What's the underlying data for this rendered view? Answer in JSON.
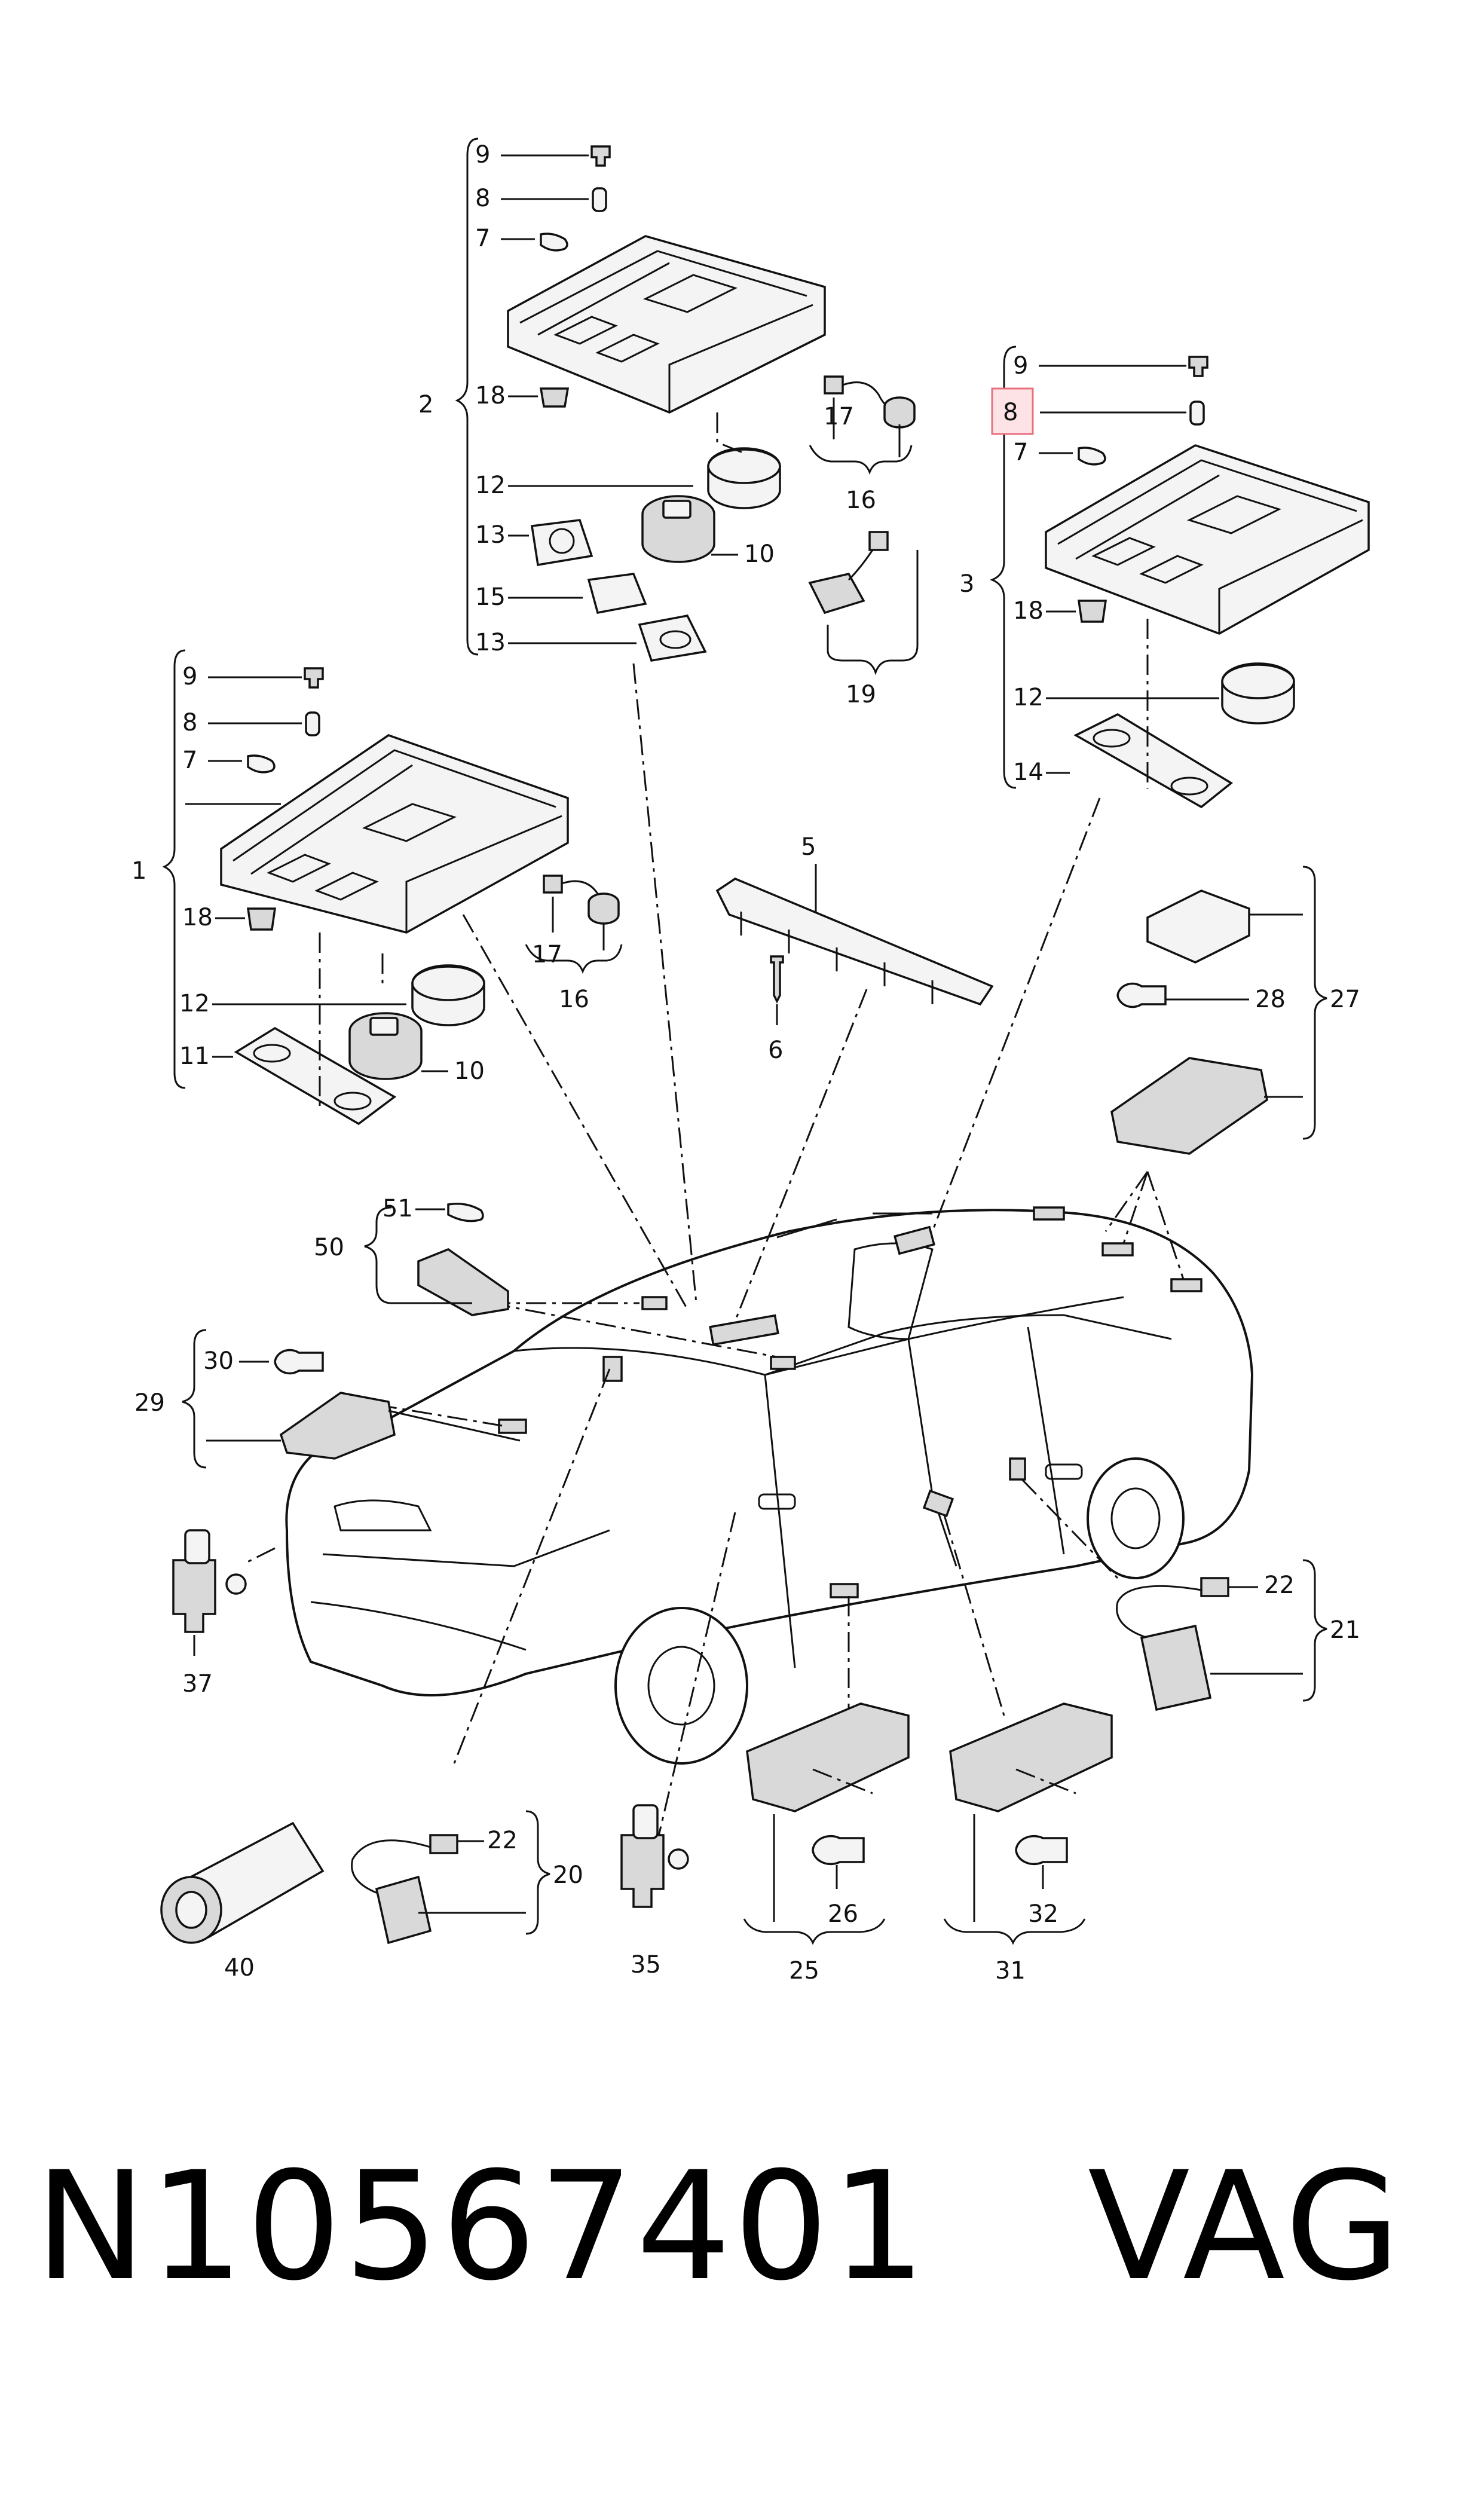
{
  "callouts": {
    "c1": "1",
    "c2": "2",
    "c3": "3",
    "c5": "5",
    "c6": "6",
    "c7": "7",
    "c8": "8",
    "c9": "9",
    "c10": "10",
    "c11": "11",
    "c12": "12",
    "c13": "13",
    "c14": "14",
    "c15": "15",
    "c16": "16",
    "c17": "17",
    "c18": "18",
    "c19": "19",
    "c20": "20",
    "c21": "21",
    "c22": "22",
    "c25": "25",
    "c26": "26",
    "c27": "27",
    "c28": "28",
    "c29": "29",
    "c30": "30",
    "c31": "31",
    "c32": "32",
    "c35": "35",
    "c37": "37",
    "c40": "40",
    "c50": "50",
    "c51": "51"
  },
  "highlighted_callout": "8",
  "footer": {
    "part_number": "N10567401",
    "brand": "VAG"
  },
  "colors": {
    "highlight_fill": "#fde3e6",
    "highlight_stroke": "#e8707c",
    "ink": "#111111"
  }
}
